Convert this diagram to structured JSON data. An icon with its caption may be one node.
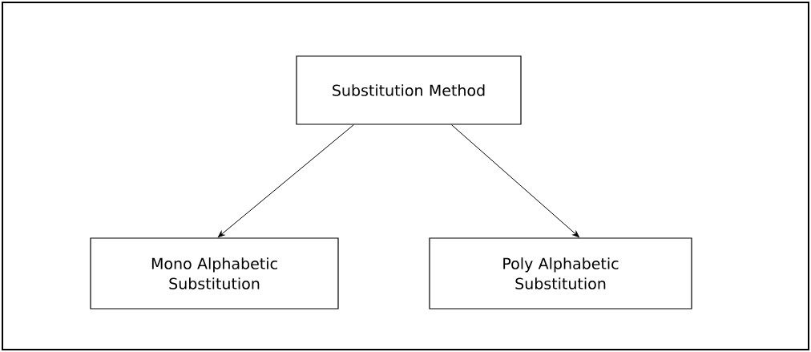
{
  "diagram": {
    "nodes": [
      {
        "text": [
          "Substitution Method"
        ]
      },
      {
        "text": [
          "Mono Alphabetic Substitution"
        ]
      },
      {
        "text": [
          "Poly Alphabetic Substitution"
        ]
      }
    ],
    "edges": [
      {
        "from": 0,
        "to": 1,
        "arrow": "to"
      },
      {
        "from": 0,
        "to": 2,
        "arrow": "to"
      }
    ]
  }
}
